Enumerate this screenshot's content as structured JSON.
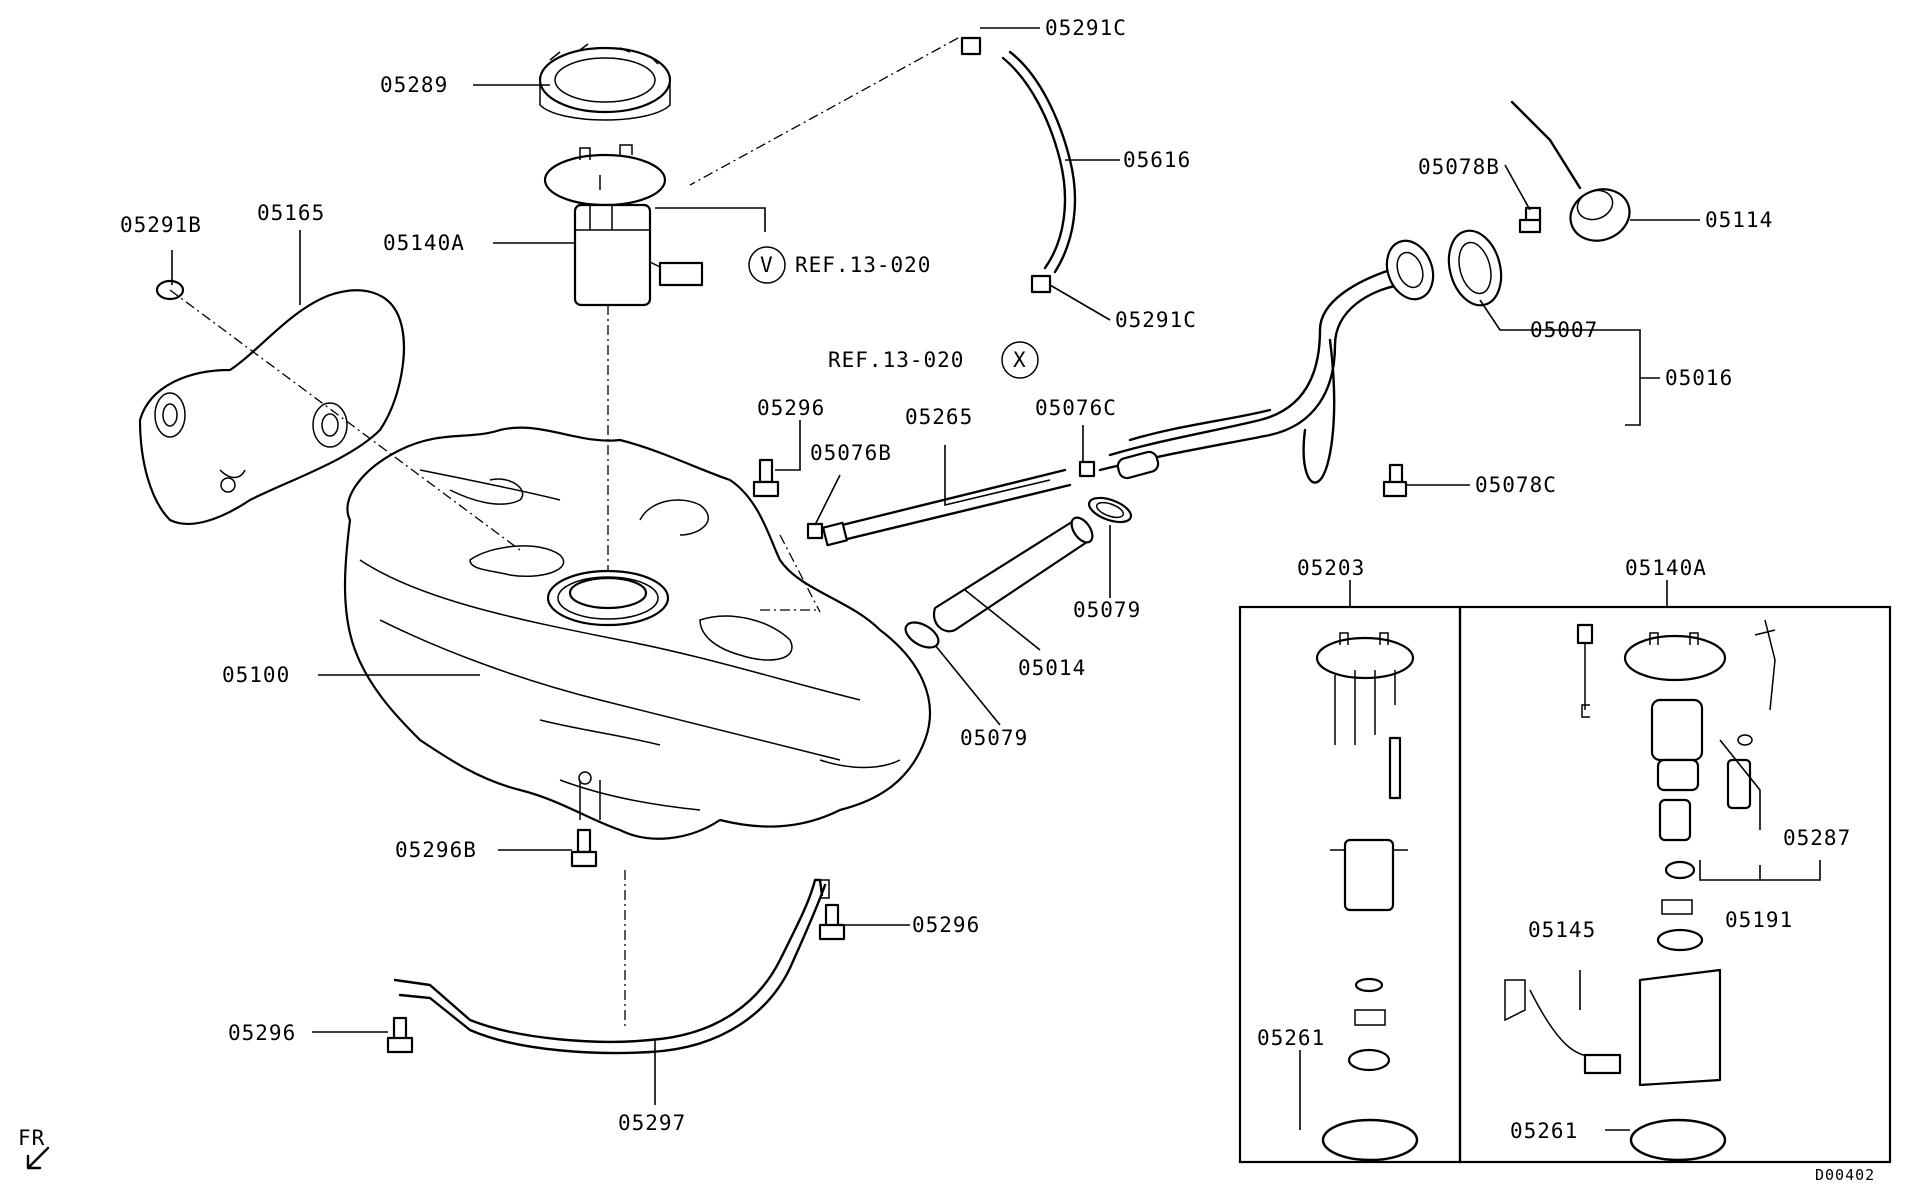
{
  "labels": {
    "p05291C_top": "05291C",
    "p05289": "05289",
    "p05616": "05616",
    "p05140A": "05140A",
    "ref_v": "REF.13-020",
    "circle_v": "V",
    "p05291C_mid": "05291C",
    "ref_x": "REF.13-020",
    "circle_x": "X",
    "p05291B": "05291B",
    "p05165": "05165",
    "p05078B": "05078B",
    "p05114": "05114",
    "p05007": "05007",
    "p05016": "05016",
    "p05296_top": "05296",
    "p05265": "05265",
    "p05076C": "05076C",
    "p05076B": "05076B",
    "p05078C": "05078C",
    "p05079_right": "05079",
    "p05014": "05014",
    "p05079_left": "05079",
    "p05100": "05100",
    "p05296B": "05296B",
    "p05296_mid": "05296",
    "p05296_left": "05296",
    "p05297": "05297",
    "fr": "FR",
    "box1_title": "05203",
    "box1_05261": "05261",
    "box2_title": "05140A",
    "box2_05287": "05287",
    "box2_05191": "05191",
    "box2_05145": "05145",
    "box2_05261": "05261",
    "diagram_code": "D00402"
  }
}
